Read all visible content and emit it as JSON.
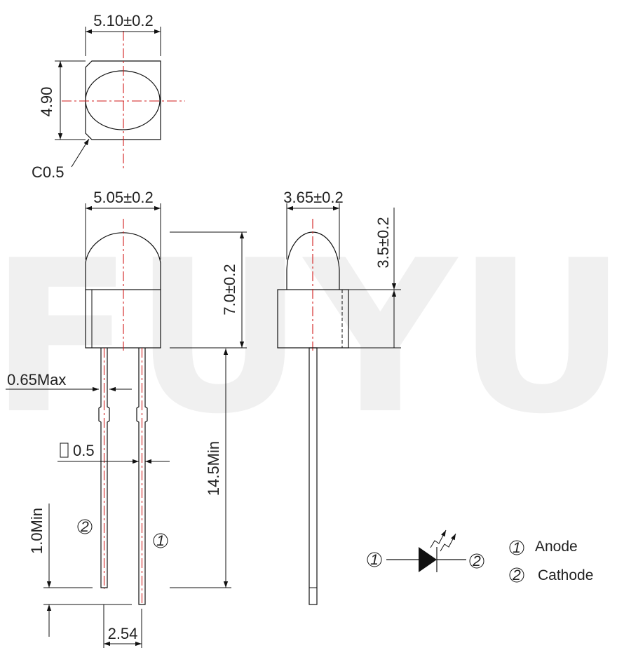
{
  "watermark": "FUYU",
  "dimensions": {
    "top_width": "5.10±0.2",
    "top_height": "4.90",
    "chamfer": "C0.5",
    "front_width": "5.05±0.2",
    "body_height": "7.0±0.2",
    "side_width": "3.65±0.2",
    "dome_height": "3.5±0.2",
    "lead_width": "0.65Max",
    "lead_section": "0.5",
    "lead_length": "14.5Min",
    "standoff": "1.0Min",
    "pitch": "2.54"
  },
  "pins": {
    "pin1_mark": "1",
    "pin2_mark": "2"
  },
  "legend": {
    "pin1_mark": "1",
    "pin1_label": "Anode",
    "pin2_mark": "2",
    "pin2_label": "Cathode"
  }
}
